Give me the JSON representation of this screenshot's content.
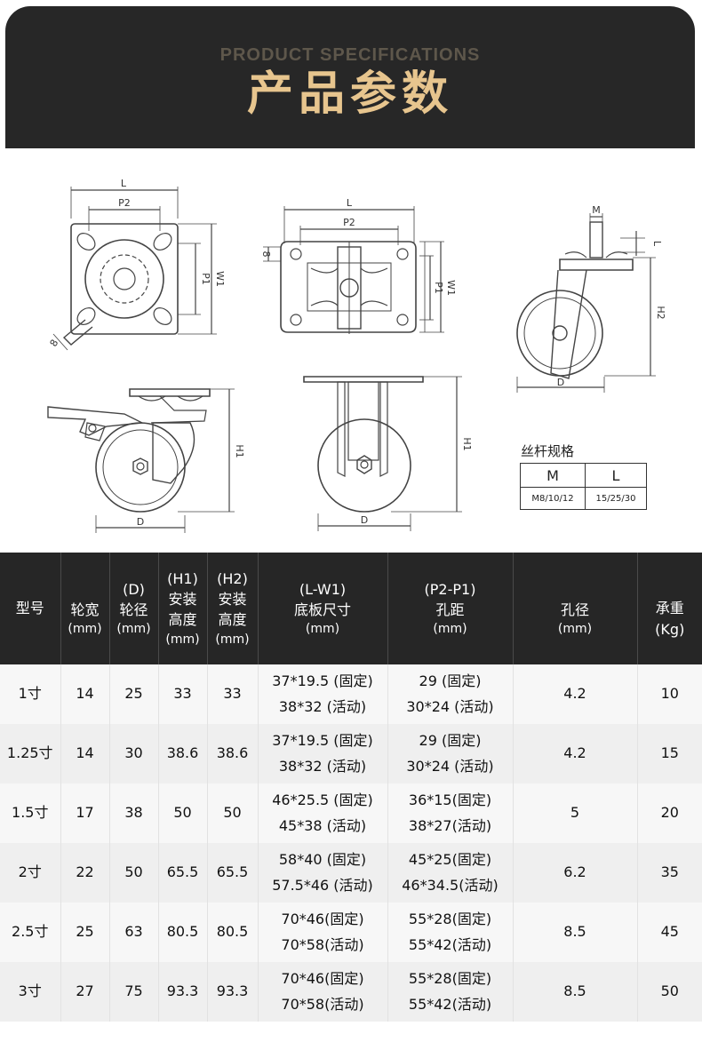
{
  "header": {
    "title_en": "PRODUCT SPECIFICATIONS",
    "title_cn": "产品参数"
  },
  "drawings": {
    "labels": {
      "L": "L",
      "P2": "P2",
      "W1": "W1",
      "P1": "P1",
      "bolt": "8",
      "M": "M",
      "H1": "H1",
      "H2": "H2",
      "D": "D"
    }
  },
  "thread_spec": {
    "title": "丝杆规格",
    "headers": [
      "M",
      "L"
    ],
    "values": [
      "M8/10/12",
      "15/25/30"
    ]
  },
  "table": {
    "headers": [
      {
        "l1": "",
        "l2": "型号",
        "l3": ""
      },
      {
        "l1": "",
        "l2": "轮宽",
        "l3": "(mm)"
      },
      {
        "l1": "(D)",
        "l2": "轮径",
        "l3": "(mm)"
      },
      {
        "l1": "(H1)",
        "l2": "安装",
        "l2b": "高度",
        "l3": "(mm)"
      },
      {
        "l1": "(H2)",
        "l2": "安装",
        "l2b": "高度",
        "l3": "(mm)"
      },
      {
        "l1": "(L-W1)",
        "l2": "底板尺寸",
        "l3": "(mm)"
      },
      {
        "l1": "(P2-P1)",
        "l2": "孔距",
        "l3": "(mm)"
      },
      {
        "l1": "",
        "l2": "孔径",
        "l3": "(mm)"
      },
      {
        "l1": "",
        "l2": "承重",
        "l3": "(Kg)"
      }
    ],
    "rows": [
      {
        "model": "1寸",
        "width": "14",
        "dia": "25",
        "h1": "33",
        "h2": "33",
        "plate1": "37*19.5 (固定)",
        "plate2": "38*32 (活动)",
        "pitch1": "29 (固定)",
        "pitch2": "30*24 (活动)",
        "hole": "4.2",
        "load": "10"
      },
      {
        "model": "1.25寸",
        "width": "14",
        "dia": "30",
        "h1": "38.6",
        "h2": "38.6",
        "plate1": "37*19.5 (固定)",
        "plate2": "38*32 (活动)",
        "pitch1": "29 (固定)",
        "pitch2": "30*24 (活动)",
        "hole": "4.2",
        "load": "15"
      },
      {
        "model": "1.5寸",
        "width": "17",
        "dia": "38",
        "h1": "50",
        "h2": "50",
        "plate1": "46*25.5 (固定)",
        "plate2": "45*38 (活动)",
        "pitch1": "36*15(固定)",
        "pitch2": "38*27(活动)",
        "hole": "5",
        "load": "20"
      },
      {
        "model": "2寸",
        "width": "22",
        "dia": "50",
        "h1": "65.5",
        "h2": "65.5",
        "plate1": "58*40 (固定)",
        "plate2": "57.5*46 (活动)",
        "pitch1": "45*25(固定)",
        "pitch2": "46*34.5(活动)",
        "hole": "6.2",
        "load": "35"
      },
      {
        "model": "2.5寸",
        "width": "25",
        "dia": "63",
        "h1": "80.5",
        "h2": "80.5",
        "plate1": "70*46(固定)",
        "plate2": "70*58(活动)",
        "pitch1": "55*28(固定)",
        "pitch2": "55*42(活动)",
        "hole": "8.5",
        "load": "45"
      },
      {
        "model": "3寸",
        "width": "27",
        "dia": "75",
        "h1": "93.3",
        "h2": "93.3",
        "plate1": "70*46(固定)",
        "plate2": "70*58(活动)",
        "pitch1": "55*28(固定)",
        "pitch2": "55*42(活动)",
        "hole": "8.5",
        "load": "50"
      }
    ]
  }
}
